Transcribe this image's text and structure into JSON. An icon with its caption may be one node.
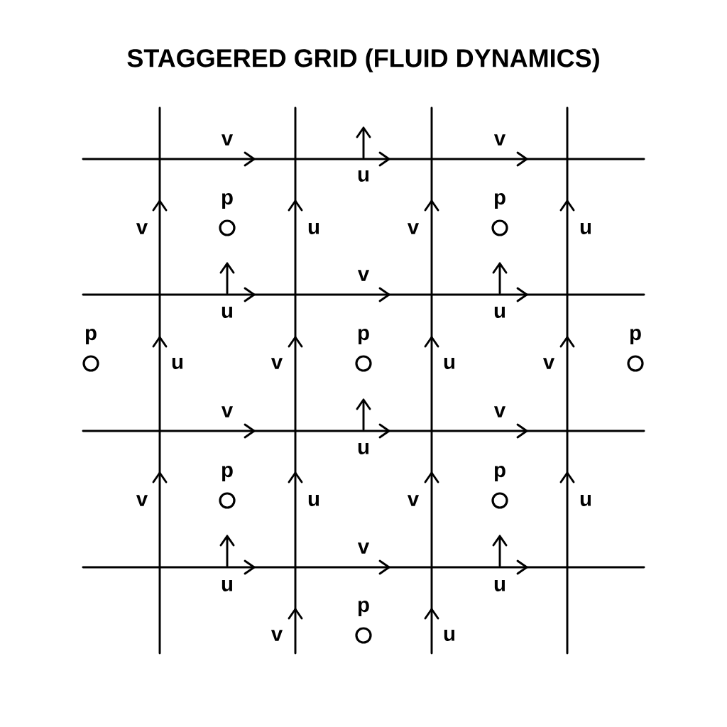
{
  "diagram": {
    "title": "STAGGERED GRID (FLUID DYNAMICS)",
    "nodes": [
      {
        "text": [
          "p"
        ]
      },
      {
        "text": [
          "p"
        ]
      },
      {
        "text": [
          "p"
        ]
      },
      {
        "text": [
          "p"
        ]
      },
      {
        "text": [
          "p"
        ]
      },
      {
        "text": [
          "p"
        ]
      },
      {
        "text": [
          "p"
        ]
      },
      {
        "text": [
          "p"
        ]
      }
    ],
    "labels": [
      "v",
      "v",
      "u",
      "v",
      "u",
      "v",
      "u",
      "v",
      "u",
      "u",
      "u",
      "v",
      "u",
      "v",
      "v",
      "v",
      "u",
      "v",
      "u",
      "v",
      "u",
      "v",
      "u",
      "u",
      "v",
      "u"
    ]
  }
}
